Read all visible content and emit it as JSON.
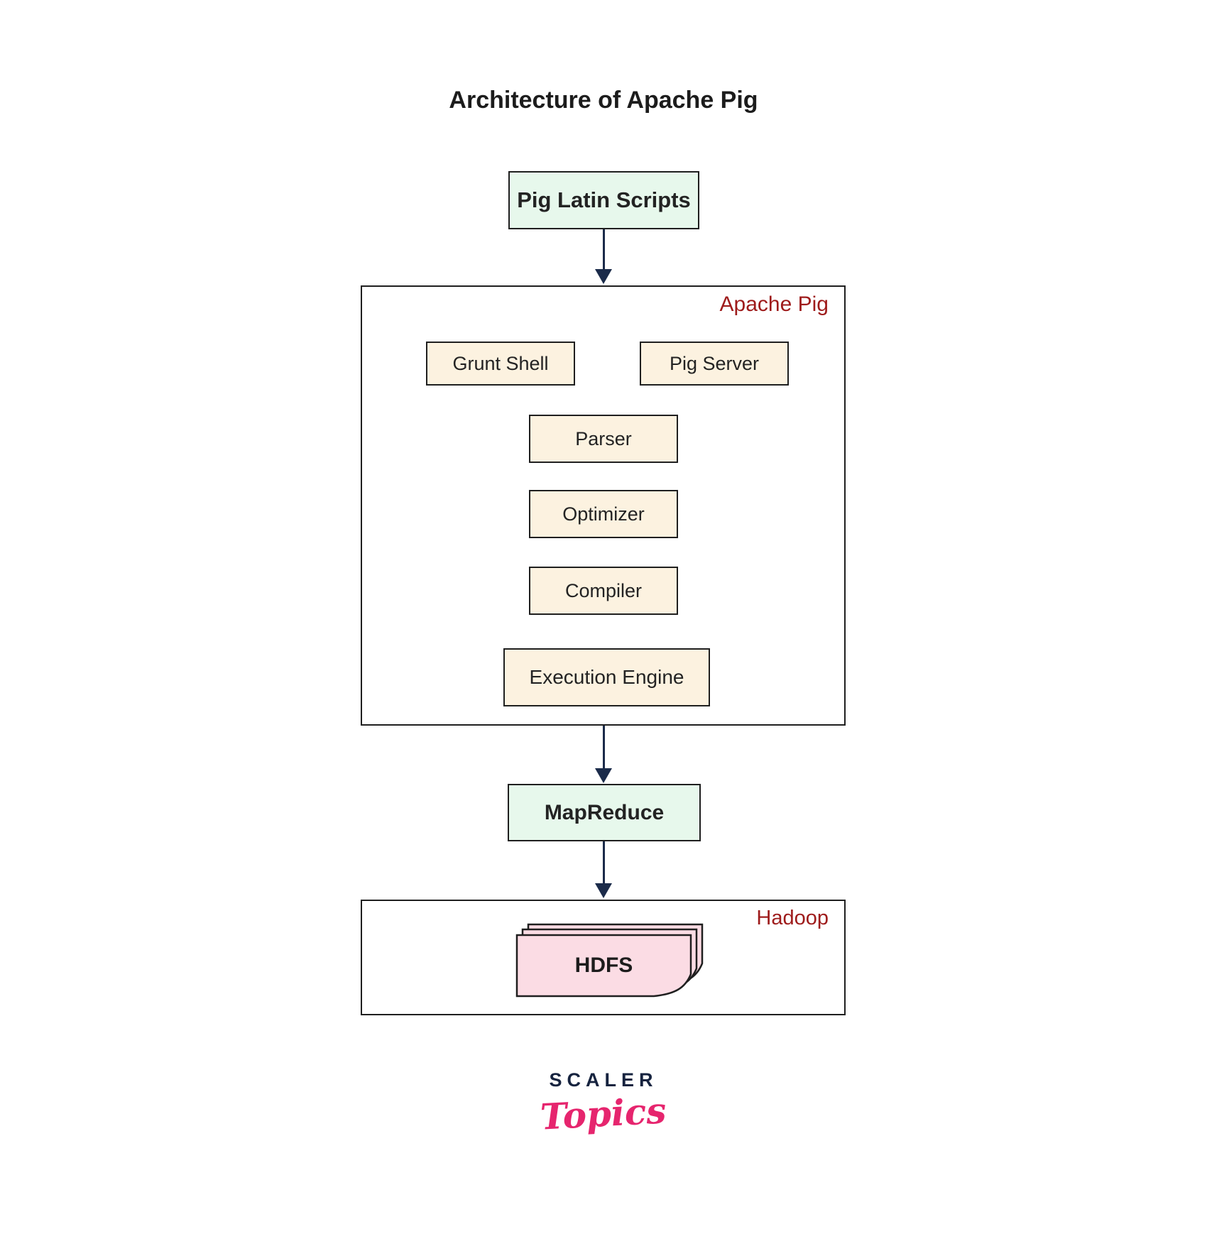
{
  "title": "Architecture of Apache Pig",
  "diagram": {
    "pig_latin_scripts": "Pig Latin Scripts",
    "apache_pig": {
      "label": "Apache Pig",
      "grunt_shell": "Grunt Shell",
      "pig_server": "Pig Server",
      "parser": "Parser",
      "optimizer": "Optimizer",
      "compiler": "Compiler",
      "execution_engine": "Execution Engine"
    },
    "mapreduce": "MapReduce",
    "hadoop": {
      "label": "Hadoop",
      "hdfs": "HDFS"
    }
  },
  "logo": {
    "brand": "SCALER",
    "wordmark": "Topics"
  },
  "colors": {
    "green_fill": "#e7f8ec",
    "cream_fill": "#fcf2e0",
    "pink_fill": "#fbdce4",
    "frame_label_red": "#9e1b1b",
    "arrow_navy": "#1b2b4a",
    "border_dark": "#1f1f1f",
    "logo_navy": "#16233f",
    "logo_pink": "#e6256e"
  }
}
